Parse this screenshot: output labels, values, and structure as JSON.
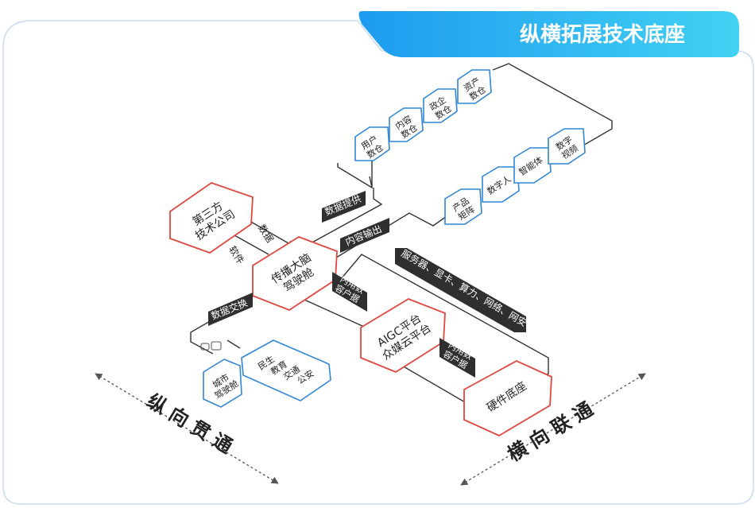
{
  "header": {
    "title": "纵横拓展技术底座"
  },
  "colors": {
    "accent_blue": "#2f86d6",
    "accent_red": "#e0473f",
    "line": "#333333",
    "tag_bg": "#2f2f2f",
    "banner_from": "#1e9bf0",
    "banner_to": "#3fd3f0"
  },
  "nodes": {
    "third_party": {
      "line1": "第三方",
      "line2": "技术公司"
    },
    "brain": {
      "line1": "传播大脑",
      "line2": "驾驶舱"
    },
    "aigc": {
      "line1": "AIGC平台",
      "line2": "众媒云平台"
    },
    "hardware": {
      "line1": "硬件底座"
    },
    "user_warehouse": {
      "line1": "用户",
      "line2": "数仓"
    },
    "content_warehouse": {
      "line1": "内容",
      "line2": "数仓"
    },
    "gov_warehouse": {
      "line1": "政企",
      "line2": "数仓"
    },
    "asset_warehouse": {
      "line1": "资产",
      "line2": "数仓"
    },
    "product_matrix": {
      "line1": "产品",
      "line2": "矩阵"
    },
    "digital_human": {
      "line1": "数字人"
    },
    "agent": {
      "line1": "智能体"
    },
    "digital_video": {
      "line1": "数字",
      "line2": "视频"
    },
    "city_cockpit": {
      "line1": "城市",
      "line2": "驾驶舱"
    },
    "livelihood": {
      "line1": "民生",
      "line2": "教育",
      "line3": "交通",
      "line4": "公安"
    }
  },
  "tags": {
    "data_supply": "数据提供",
    "content_output": "内容输出",
    "data_exchange": "数据交换",
    "infra": "服务器、显卡、算力、网络、网安",
    "data_user_1": {
      "line1": "内用数",
      "line2": "容户据"
    },
    "data_user_2": {
      "line1": "内用数",
      "line2": "容户据"
    }
  },
  "edge_labels": {
    "data": "数据",
    "software": "软件"
  },
  "axes": {
    "vertical": "纵向贯通",
    "horizontal": "横向联通"
  }
}
